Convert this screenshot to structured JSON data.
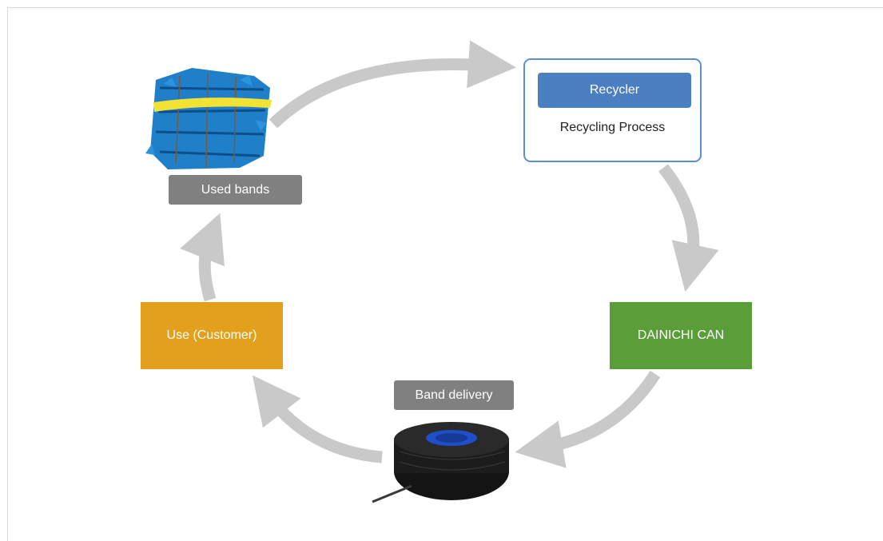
{
  "diagram": {
    "recycler": {
      "title": "Recycler",
      "subtitle": "Recycling Process"
    },
    "nodes": {
      "dainichi": {
        "label": "DAINICHI CAN",
        "color": "#5a9e3a"
      },
      "customer": {
        "label": "Use (Customer)",
        "color": "#e3a01c"
      }
    },
    "tags": {
      "used_bands": "Used bands",
      "band_delivery": "Band delivery"
    },
    "images": {
      "used_bands": "bale-of-blue-bands",
      "band_roll": "black-strapping-band-roll"
    },
    "arrow_color": "#c9c9c9"
  }
}
